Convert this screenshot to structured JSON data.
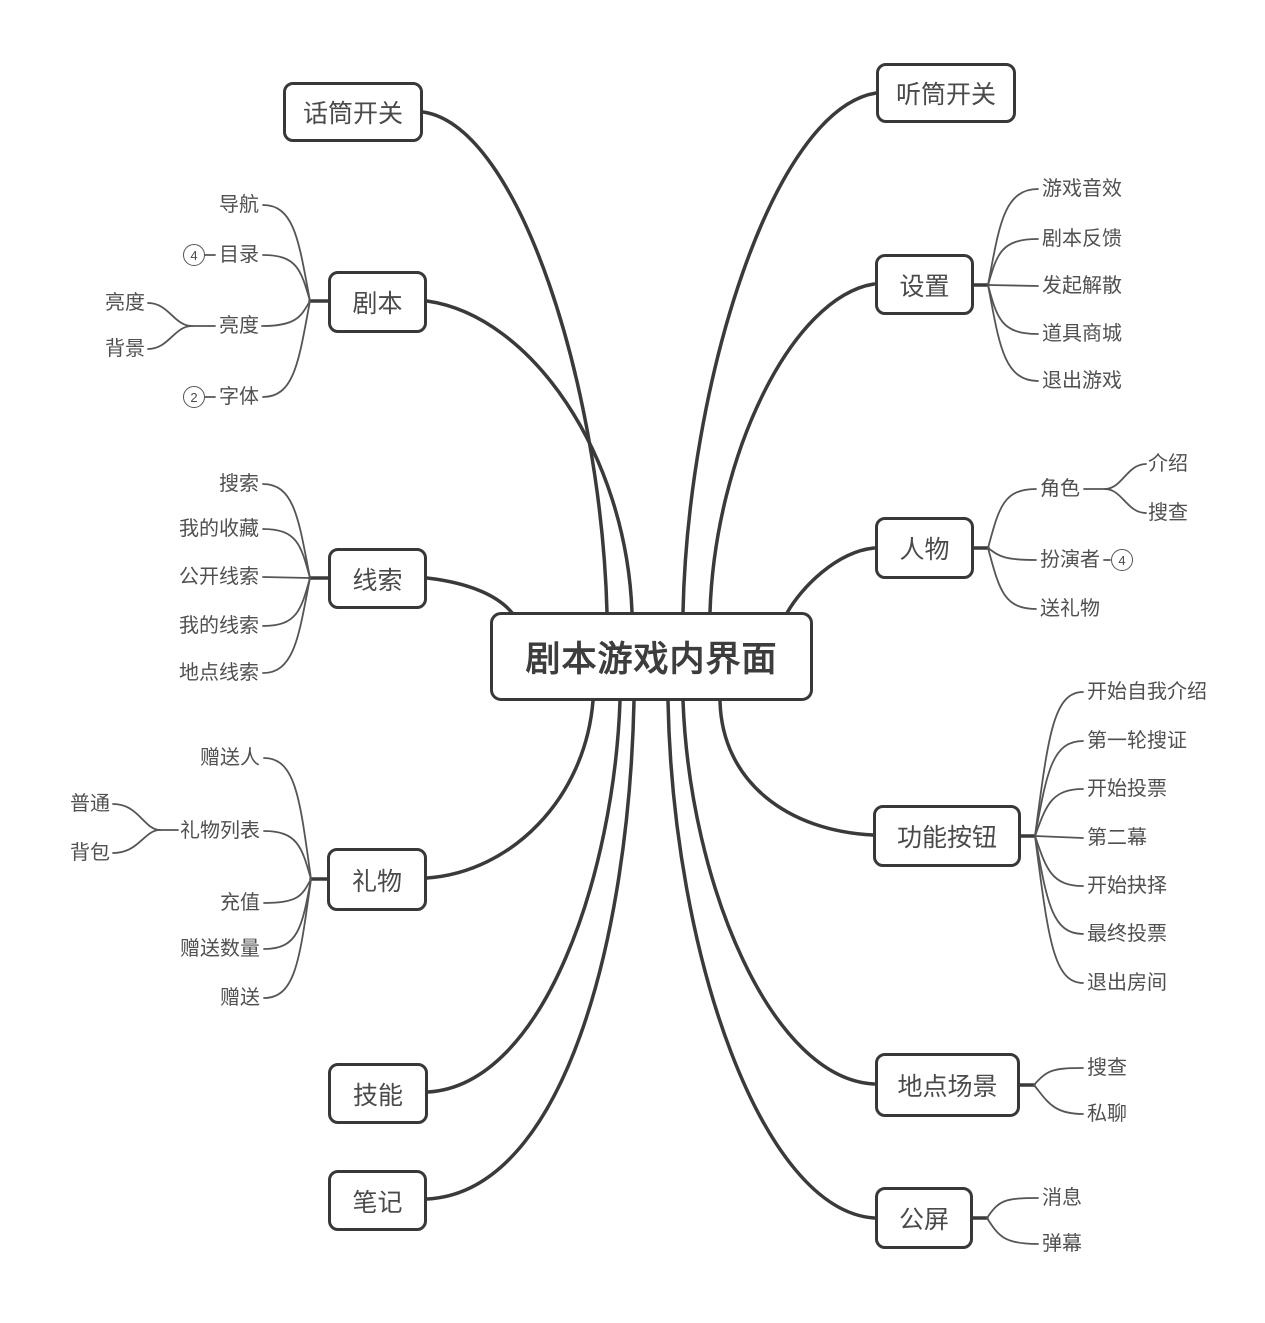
{
  "center": {
    "label": "剧本游戏内界面"
  },
  "left": {
    "mic": {
      "label": "话筒开关"
    },
    "script": {
      "label": "剧本",
      "children": {
        "nav": "导航",
        "catalog": "目录",
        "brightness": "亮度",
        "font_setting": "字体"
      },
      "badges": {
        "catalog": "4",
        "font_setting": "2"
      },
      "brightness_sub": {
        "brightness": "亮度",
        "background": "背景"
      }
    },
    "clue": {
      "label": "线索",
      "children": {
        "search": "搜索",
        "my_collection": "我的收藏",
        "public_clues": "公开线索",
        "my_clues": "我的线索",
        "location_clues": "地点线索"
      }
    },
    "gift": {
      "label": "礼物",
      "children": {
        "giver": "赠送人",
        "gift_list": "礼物列表",
        "recharge": "充值",
        "quantity": "赠送数量",
        "give": "赠送"
      },
      "gift_list_sub": {
        "normal": "普通",
        "backpack": "背包"
      }
    },
    "skill": {
      "label": "技能"
    },
    "note": {
      "label": "笔记"
    }
  },
  "right": {
    "earpiece": {
      "label": "听筒开关"
    },
    "settings": {
      "label": "设置",
      "children": {
        "sound": "游戏音效",
        "feedback": "剧本反馈",
        "disband": "发起解散",
        "shop": "道具商城",
        "exit": "退出游戏"
      }
    },
    "character": {
      "label": "人物",
      "children": {
        "role": "角色",
        "player": "扮演者",
        "send_gift": "送礼物"
      },
      "badges": {
        "player": "4"
      },
      "role_sub": {
        "intro": "介绍",
        "investigate": "搜查"
      }
    },
    "functions": {
      "label": "功能按钮",
      "children": {
        "self_intro": "开始自我介绍",
        "first_search": "第一轮搜证",
        "start_vote": "开始投票",
        "second_act": "第二幕",
        "start_choice": "开始抉择",
        "final_vote": "最终投票",
        "exit_room": "退出房间"
      }
    },
    "location": {
      "label": "地点场景",
      "children": {
        "investigate": "搜查",
        "private_chat": "私聊"
      }
    },
    "public_screen": {
      "label": "公屏",
      "children": {
        "message": "消息",
        "danmaku": "弹幕"
      }
    }
  }
}
